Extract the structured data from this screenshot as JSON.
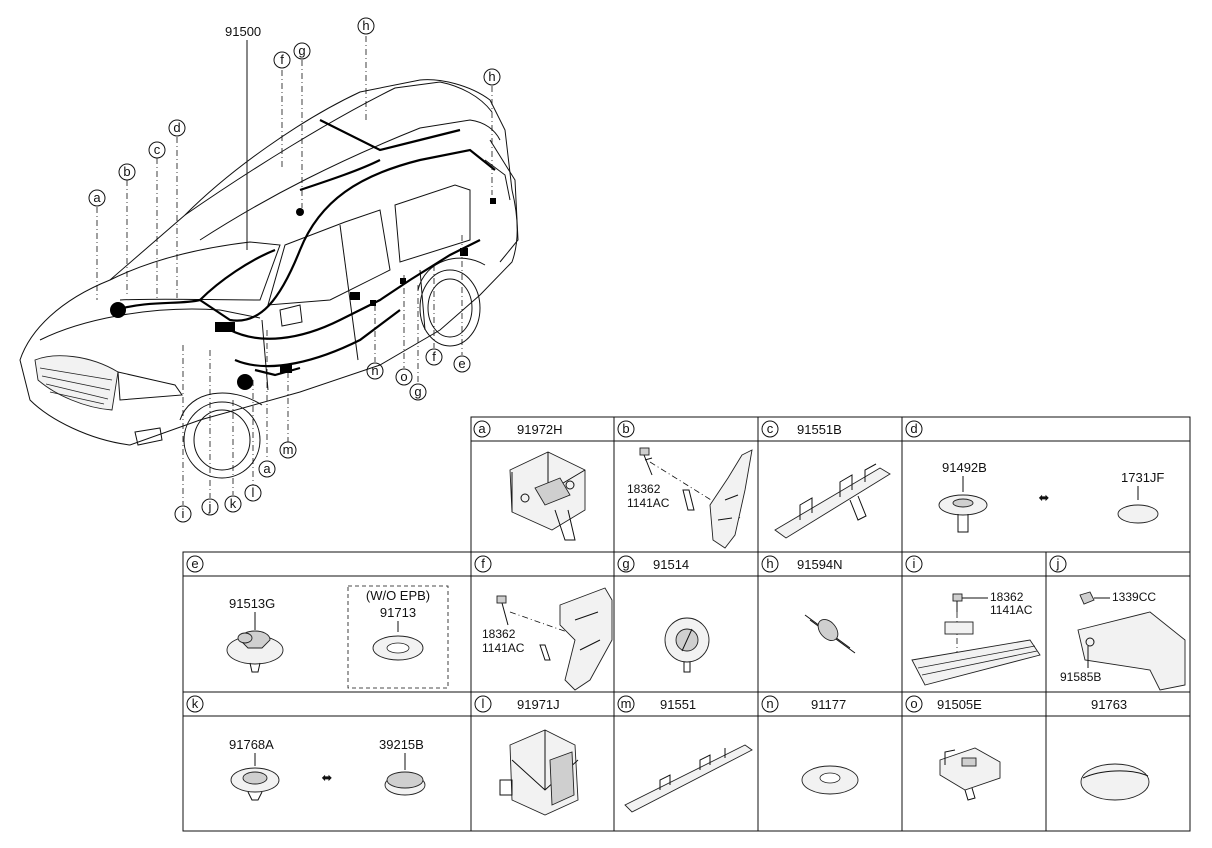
{
  "main_part_number": "91500",
  "car_callouts": [
    "a",
    "b",
    "c",
    "d",
    "f",
    "g",
    "h",
    "h",
    "i",
    "j",
    "k",
    "l",
    "a",
    "m",
    "n",
    "o",
    "g",
    "f",
    "e"
  ],
  "cells": {
    "a": {
      "letter": "a",
      "part": "91972H"
    },
    "b": {
      "letter": "b",
      "part_1": "18362",
      "part_2": "1141AC"
    },
    "c": {
      "letter": "c",
      "part": "91551B"
    },
    "d": {
      "letter": "d",
      "part_1": "91492B",
      "part_2": "1731JF"
    },
    "e": {
      "letter": "e",
      "part_1": "91513G",
      "note": "(W/O EPB)",
      "part_2": "91713"
    },
    "f": {
      "letter": "f",
      "part_1": "18362",
      "part_2": "1141AC"
    },
    "g": {
      "letter": "g",
      "part": "91514"
    },
    "h": {
      "letter": "h",
      "part": "91594N"
    },
    "i": {
      "letter": "i",
      "part_1": "18362",
      "part_2": "1141AC"
    },
    "j": {
      "letter": "j",
      "part_1": "1339CC",
      "part_2": "91585B"
    },
    "k": {
      "letter": "k",
      "part_1": "91768A",
      "part_2": "39215B"
    },
    "l": {
      "letter": "l",
      "part": "91971J"
    },
    "m": {
      "letter": "m",
      "part": "91551"
    },
    "n": {
      "letter": "n",
      "part": "91177"
    },
    "o": {
      "letter": "o",
      "part": "91505E"
    },
    "extra": {
      "part": "91763"
    }
  },
  "alt_symbol": "⬌"
}
